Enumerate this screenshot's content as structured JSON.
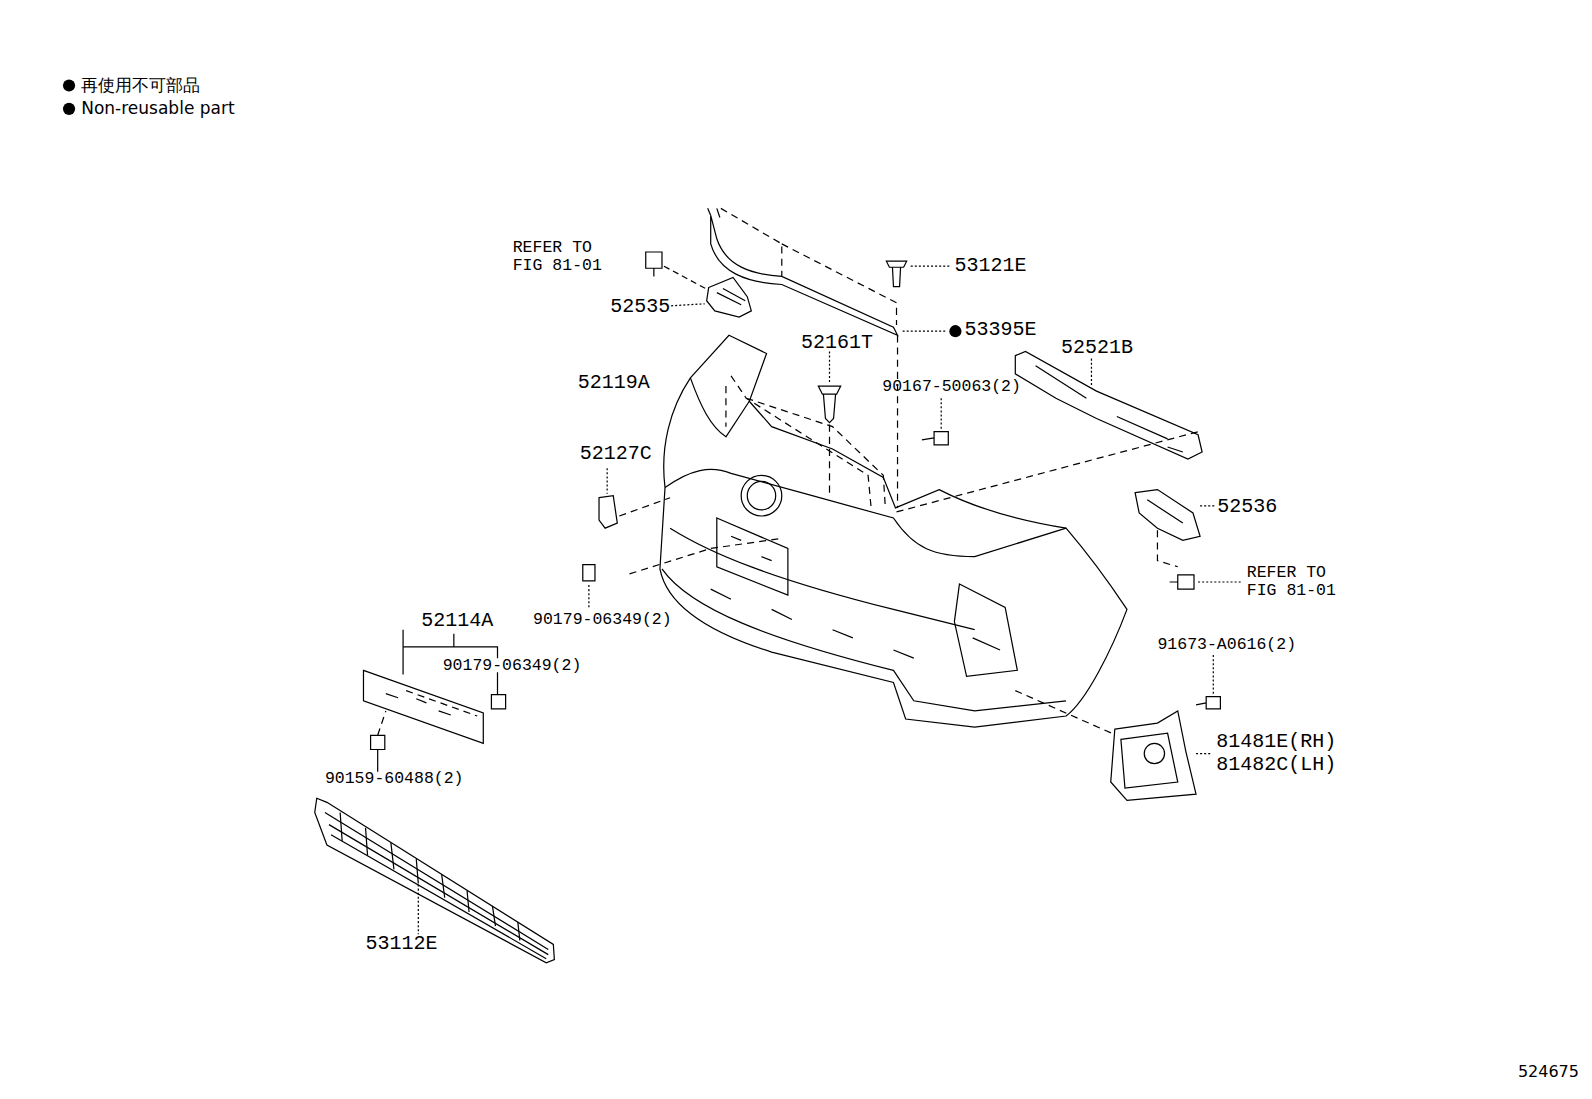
{
  "diagram": {
    "labels": [
      "REFER TO FIG 81-01",
      "53121E",
      "52535",
      "53395E",
      "52161T",
      "52521B",
      "52119A",
      "90167-50063(2)",
      "52127C",
      "52536",
      "REFER TO FIG 81-01",
      "52114A",
      "90179-06349(2)",
      "90179-06349(2)",
      "91673-A0616(2)",
      "81481E(RH)",
      "81482C(LH)",
      "90159-60488(2)",
      "53112E",
      "524675"
    ],
    "legend": [
      {
        "text": "再使用不可部品"
      },
      {
        "text": "Non-reusable part"
      }
    ]
  }
}
